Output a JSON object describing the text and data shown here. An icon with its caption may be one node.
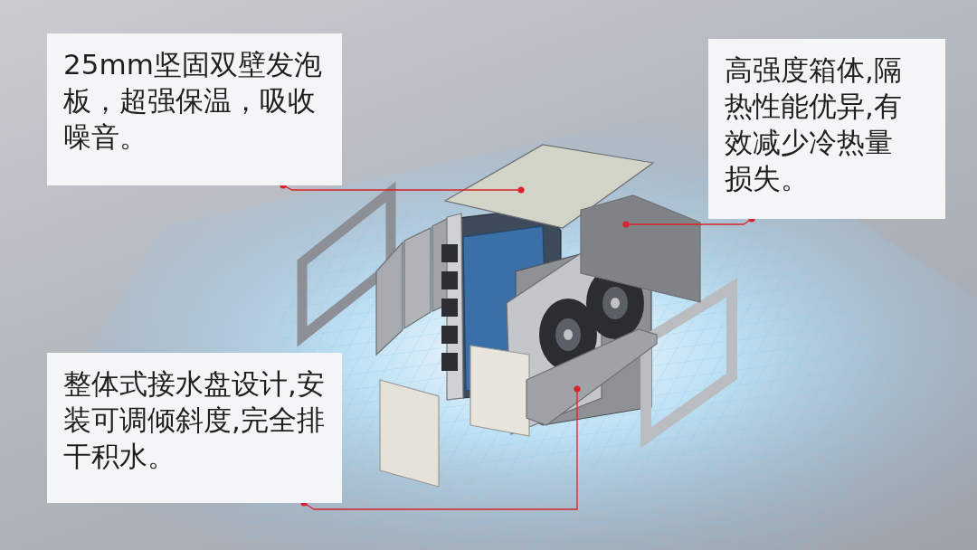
{
  "diagram": {
    "nodes": [
      {
        "text": [
          "25mm坚固双壁发泡板，超强保温，吸收噪音。"
        ]
      },
      {
        "text": [],
        "shape": "picture"
      },
      {
        "text": [
          "高强度箱体,隔热性能优异,有效减少冷热量损失。"
        ]
      },
      {
        "text": [],
        "shape": "picture"
      },
      {
        "text": [
          "整体式接水盘设计,安装可调倾斜度,完全排干积水。"
        ]
      },
      {
        "text": [],
        "shape": "picture"
      }
    ],
    "edges": [
      {
        "from": 0,
        "to": 1,
        "arrow": "other"
      },
      {
        "from": 2,
        "to": 3,
        "arrow": "other"
      },
      {
        "from": 4,
        "to": 5,
        "arrow": "other"
      }
    ]
  }
}
